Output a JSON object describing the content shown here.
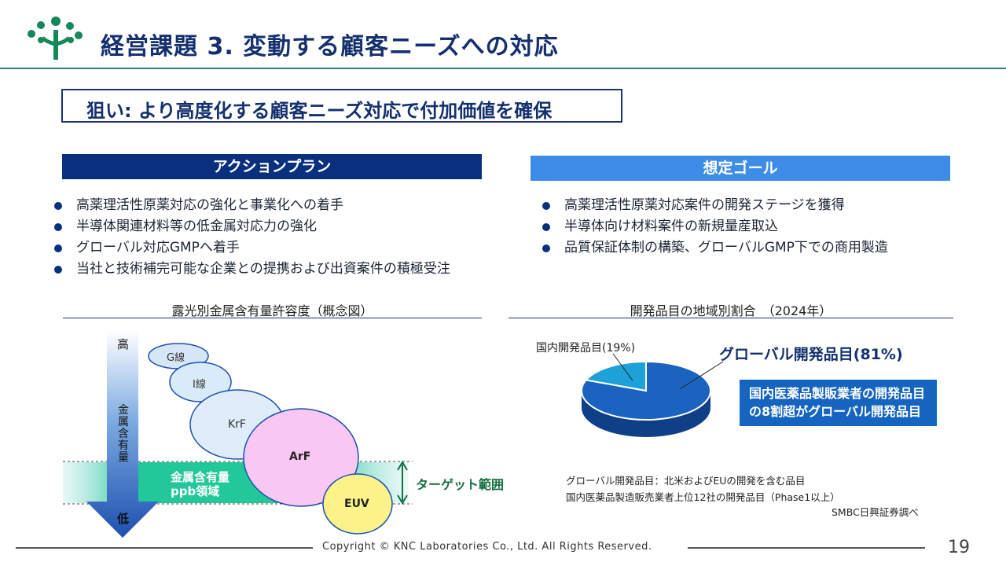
{
  "header": {
    "title": "経営課題 3. 変動する顧客ニーズへの対応"
  },
  "aim": {
    "text": "狙い: より高度化する顧客ニーズ対応で付加価値を確保"
  },
  "action_plan": {
    "heading": "アクションプラン",
    "items": [
      "高薬理活性原薬対応の強化と事業化への着手",
      "半導体関連材料等の低金属対応力の強化",
      "グローバル対応GMPへ着手",
      "当社と技術補完可能な企業との提携および出資案件の積極受注"
    ]
  },
  "goal": {
    "heading": "想定ゴール",
    "items": [
      "高薬理活性原薬対応案件の開発ステージを獲得",
      "半導体向け材料案件の新規量産取込",
      "品質保証体制の構築、グローバルGMP下での商用製造"
    ]
  },
  "diagram": {
    "title": "露光別金属含有量許容度（概念図）",
    "arrow_top": "高",
    "arrow_mid": "金属含有量",
    "arrow_bottom": "低",
    "band_line1": "金属含有量",
    "band_line2": "ppb領域",
    "target_label": "ターゲット範囲",
    "bubbles": [
      "G線",
      "I線",
      "KrF",
      "ArF",
      "EUV"
    ]
  },
  "chart_data": {
    "type": "pie",
    "title": "開発品目の地域別割合　（2024年）",
    "categories": [
      "国内開発品目",
      "グローバル開発品目"
    ],
    "values": [
      19,
      81
    ],
    "labels": [
      "国内開発品目(19%)",
      "グローバル開発品目(81%)"
    ],
    "colors": [
      "#1ea0d8",
      "#1a64bf"
    ]
  },
  "callout": {
    "line1": "国内医薬品製販業者の開発品目",
    "line2": "の8割超がグローバル開発品目"
  },
  "notes": {
    "note1": "グローバル開発品目：北米およびEUの開発を含む品目",
    "note2": "国内医薬品製造販売業者上位12社の開発品目（Phase1以上）",
    "source": "SMBC日興証券調べ"
  },
  "footer": {
    "copyright": "Copyright © KNC Laboratories Co., Ltd. All Rights Reserved.",
    "page": "19"
  }
}
